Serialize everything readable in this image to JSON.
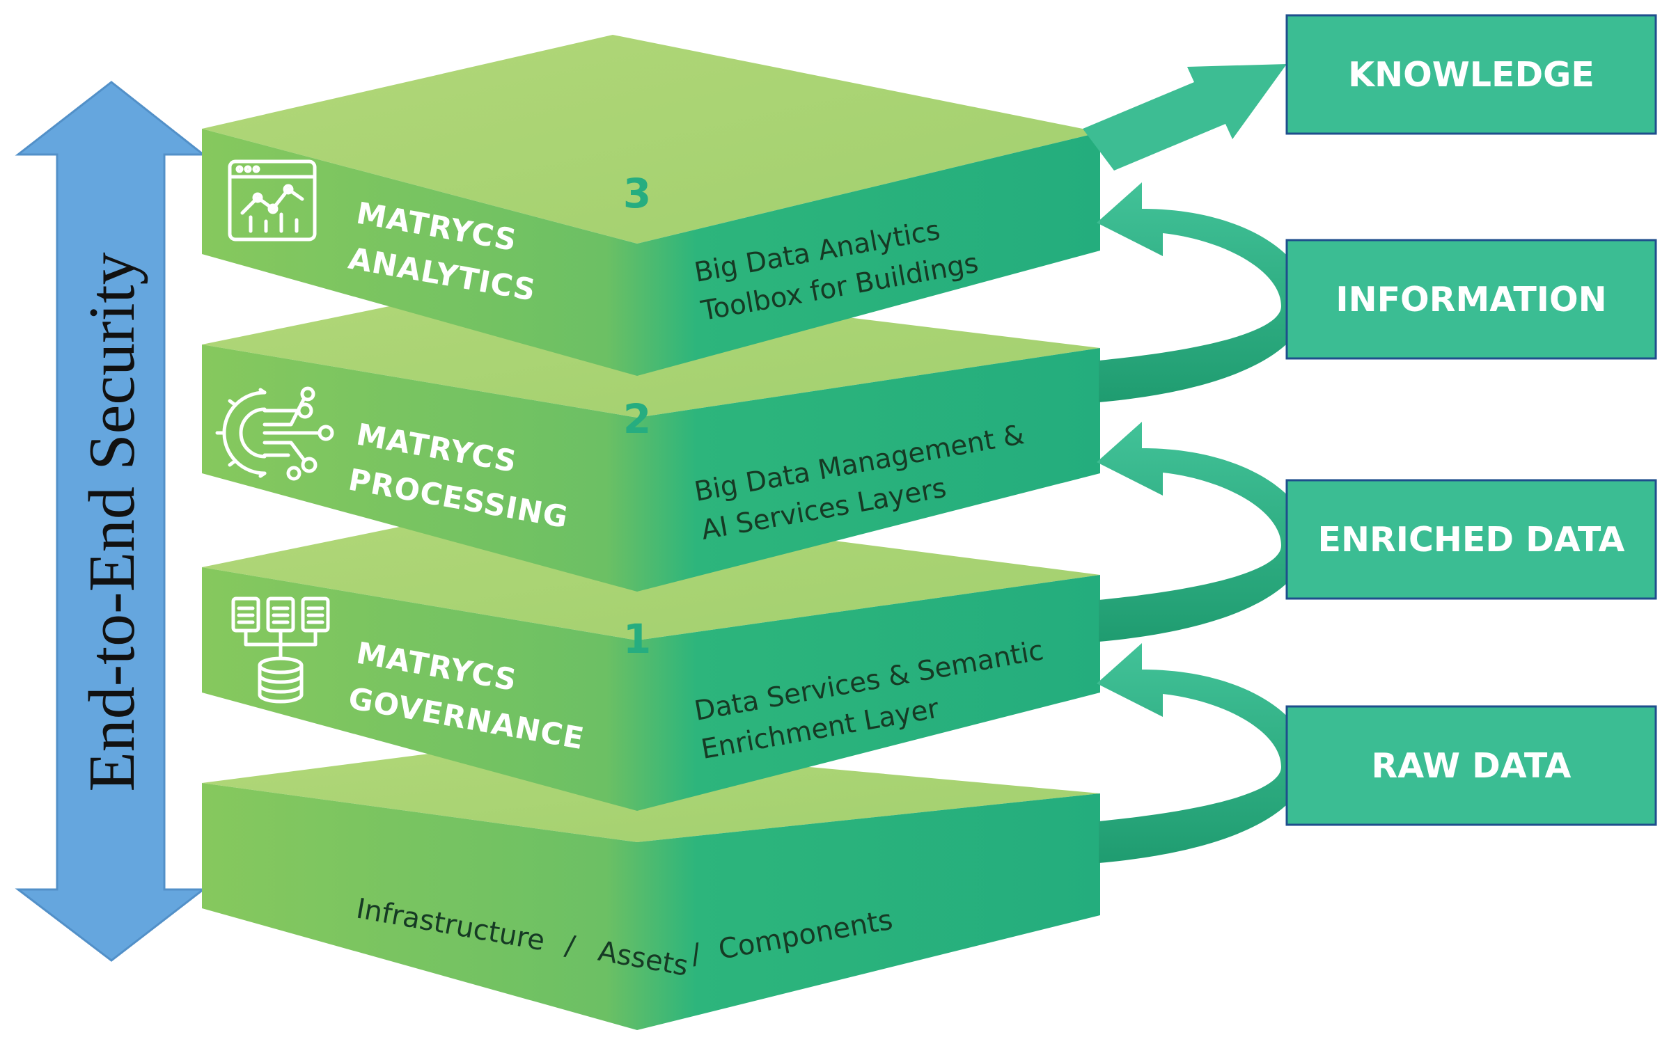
{
  "security": {
    "label": "End-to-End Security"
  },
  "layers": [
    {
      "number": "3",
      "module_line1": "MATRYCS",
      "module_line2": "ANALYTICS",
      "desc_line1": "Big Data Analytics",
      "desc_line2": "Toolbox for Buildings",
      "icon": "analytics-chart-icon"
    },
    {
      "number": "2",
      "module_line1": "MATRYCS",
      "module_line2": "PROCESSING",
      "desc_line1": "Big Data Management &",
      "desc_line2": "AI Services Layers",
      "icon": "processing-gear-circuit-icon"
    },
    {
      "number": "1",
      "module_line1": "MATRYCS",
      "module_line2": "GOVERNANCE",
      "desc_line1": "Data Services & Semantic",
      "desc_line2": "Enrichment Layer",
      "icon": "governance-database-icon"
    }
  ],
  "base": {
    "part1": "Infrastructure",
    "sep1": "/",
    "part2": "Assets",
    "sep2": "/",
    "part3": "Components"
  },
  "outputs": [
    {
      "label": "KNOWLEDGE"
    },
    {
      "label": "INFORMATION"
    },
    {
      "label": "ENRICHED DATA"
    },
    {
      "label": "RAW DATA"
    }
  ],
  "colors": {
    "top_face": "#a9d373",
    "front_left": "#7ac35a",
    "front_right": "#27b07f",
    "teal_box": "#3bbd93",
    "box_border": "#1e4e8c",
    "security_arrow": "#65a6de",
    "curved_arrow": "#3dbd93",
    "curved_arrow_dark": "#1e9d6f"
  }
}
